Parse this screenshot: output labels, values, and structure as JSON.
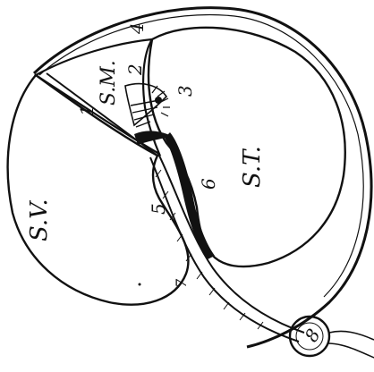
{
  "labels": {
    "sv": "S.V.",
    "sm": "S.M.",
    "st": "S.T.",
    "n1": "1",
    "n2": "2",
    "n3": "3",
    "n4": "4",
    "n5": "5",
    "n6": "6",
    "n7": "7",
    "n8": "8"
  }
}
